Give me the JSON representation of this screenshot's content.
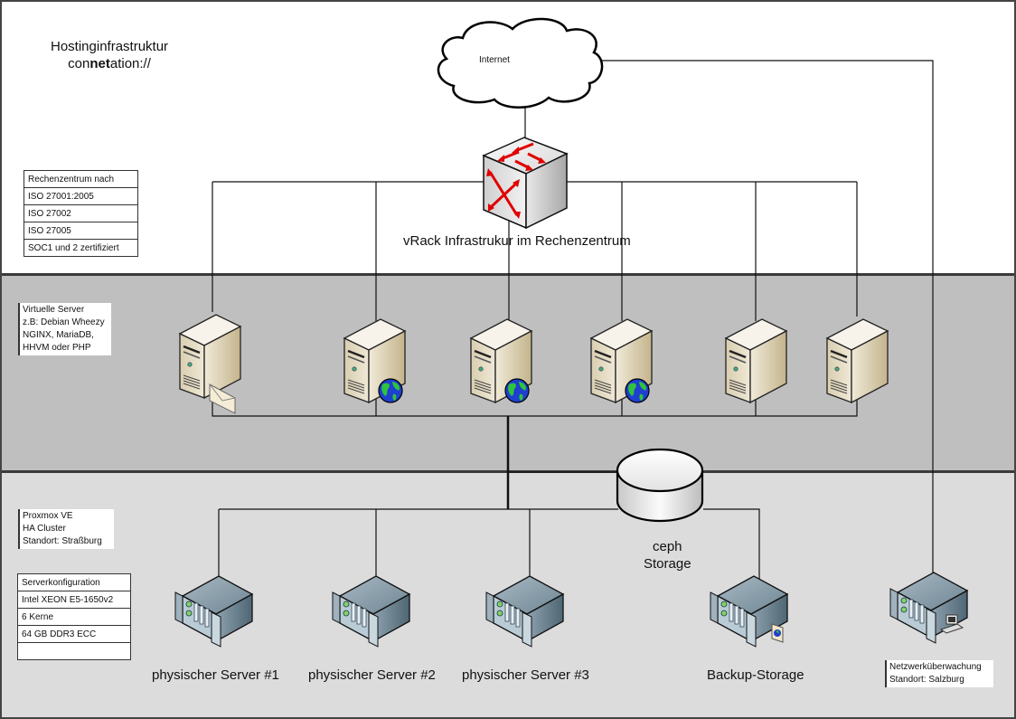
{
  "title": {
    "line1": "Hostinginfrastruktur",
    "brand_prefix": "con",
    "brand_bold": "net",
    "brand_suffix": "ation://"
  },
  "certifications": {
    "rows": [
      "Rechenzentrum nach",
      "ISO 27001:2005",
      "ISO 27002",
      "ISO 27005",
      "SOC1 und 2 zertifiziert"
    ]
  },
  "internet": {
    "label": "Internet"
  },
  "switch": {
    "label": "vRack Infrastrukur im Rechenzentrum",
    "icon": "network-switch-icon"
  },
  "virtual_servers_note": {
    "lines": [
      "Virtuelle Server",
      "z.B: Debian Wheezy",
      "NGINX, MariaDB,",
      "HHVM oder PHP"
    ]
  },
  "virtual_servers": [
    {
      "badge": "mail-envelope-icon"
    },
    {
      "badge": "globe-icon"
    },
    {
      "badge": "globe-icon"
    },
    {
      "badge": "globe-icon"
    },
    {
      "badge": "none"
    },
    {
      "badge": "none"
    }
  ],
  "cluster_note": {
    "lines": [
      "Proxmox VE",
      "HA Cluster",
      "Standort: Straßburg"
    ]
  },
  "server_config": {
    "rows": [
      "Serverkonfiguration",
      "Intel XEON E5-1650v2",
      "6 Kerne",
      "64 GB DDR3 ECC",
      ""
    ]
  },
  "storage": {
    "line1": "ceph",
    "line2": "Storage"
  },
  "physical_servers": [
    {
      "label": "physischer Server #1"
    },
    {
      "label": "physischer Server #2"
    },
    {
      "label": "physischer Server #3"
    },
    {
      "label": "Backup-Storage"
    }
  ],
  "monitoring": {
    "lines": [
      "Netzwerküberwachung",
      "Standort: Salzburg"
    ]
  },
  "colors": {
    "band_top": "#ffffff",
    "band_mid": "#bfbfbf",
    "band_bot": "#dcdcdc",
    "arrow_red": "#e00000"
  }
}
